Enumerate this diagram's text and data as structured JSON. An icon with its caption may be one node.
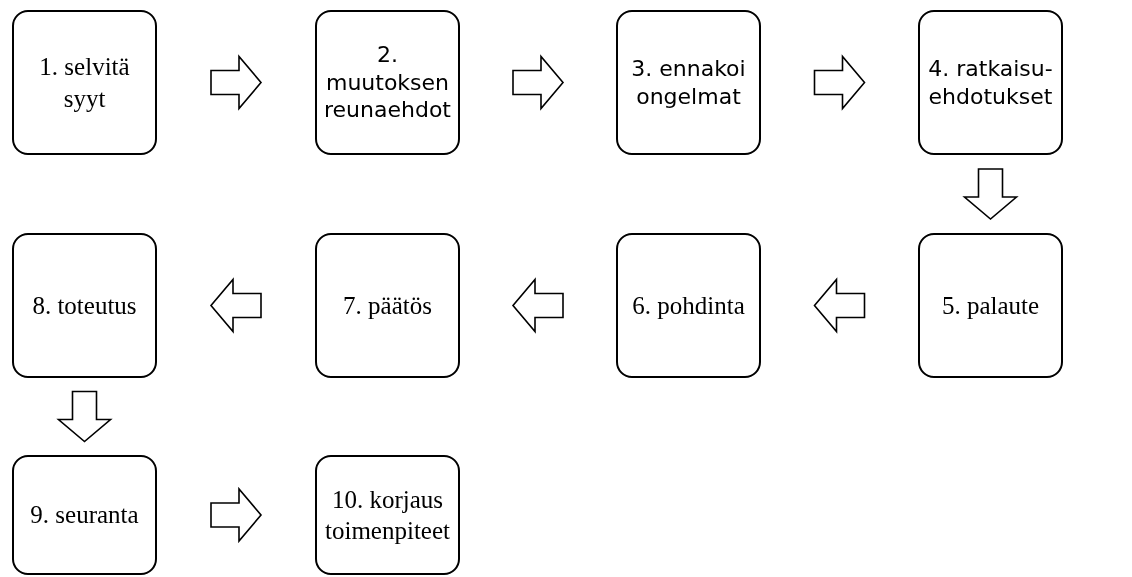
{
  "diagram": {
    "nodes": [
      {
        "text": [
          "1. selvitä syyt"
        ]
      },
      {
        "text": [
          "2. muutoksen reunaehdot"
        ]
      },
      {
        "text": [
          "3. ennakoi ongelmat"
        ]
      },
      {
        "text": [
          "4. ratkaisu-ehdotukset"
        ]
      },
      {
        "text": [
          "5. palaute"
        ]
      },
      {
        "text": [
          "6. pohdinta"
        ]
      },
      {
        "text": [
          "7. päätös"
        ]
      },
      {
        "text": [
          "8. toteutus"
        ]
      },
      {
        "text": [
          "9. seuranta"
        ]
      },
      {
        "text": [
          "10. korjaus toimenpiteet"
        ]
      }
    ],
    "edges": [
      {
        "from": 0,
        "to": 1,
        "arrow": "to"
      },
      {
        "from": 1,
        "to": 2,
        "arrow": "to"
      },
      {
        "from": 2,
        "to": 3,
        "arrow": "to"
      },
      {
        "from": 3,
        "to": 4,
        "arrow": "to"
      },
      {
        "from": 4,
        "to": 5,
        "arrow": "to"
      },
      {
        "from": 5,
        "to": 6,
        "arrow": "to"
      },
      {
        "from": 6,
        "to": 7,
        "arrow": "to"
      },
      {
        "from": 7,
        "to": 8,
        "arrow": "to"
      },
      {
        "from": 8,
        "to": 9,
        "arrow": "to"
      }
    ]
  }
}
